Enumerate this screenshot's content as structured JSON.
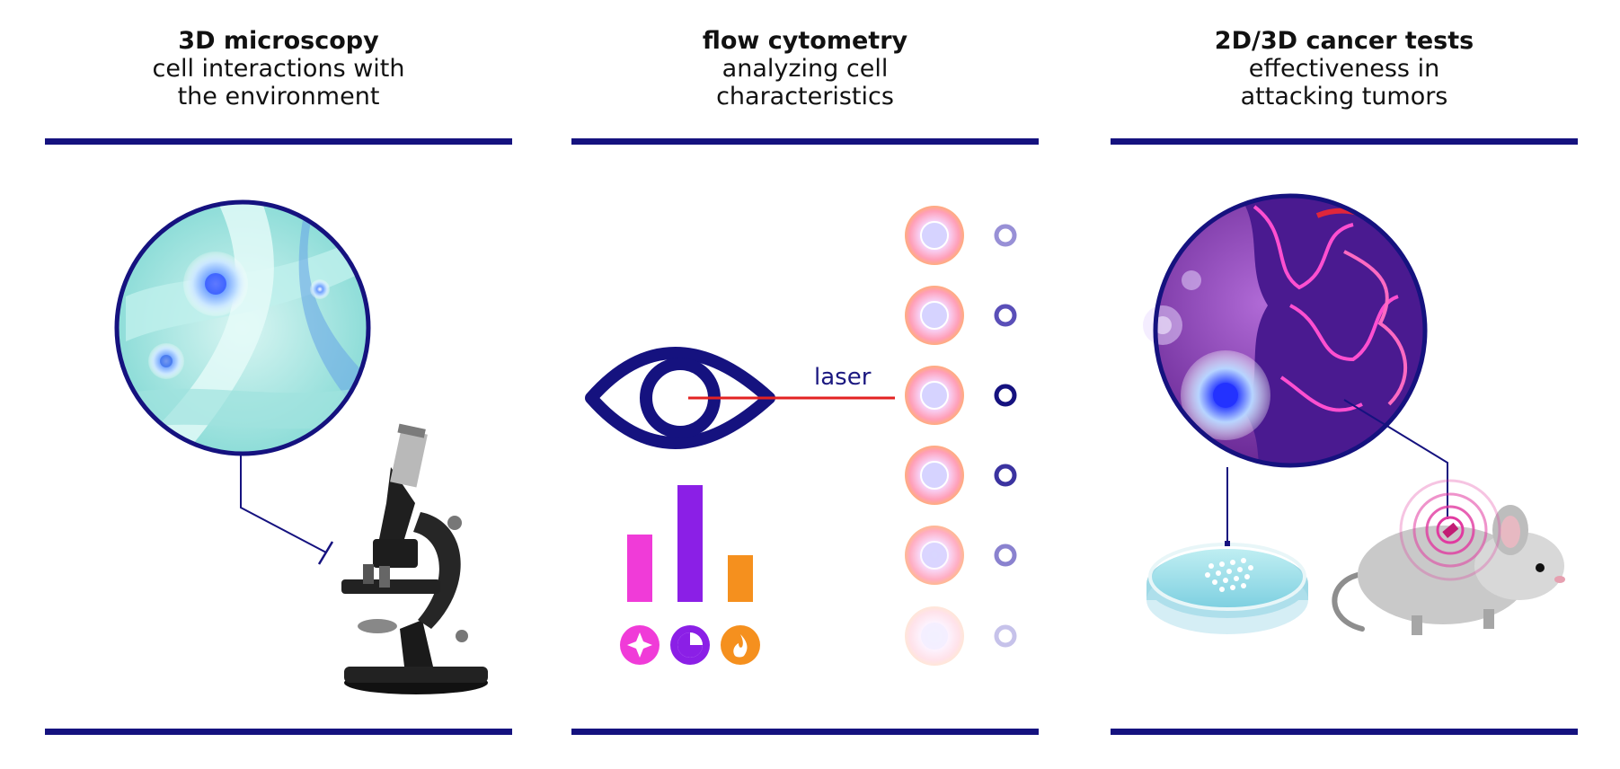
{
  "panels": [
    {
      "title": "3D microscopy",
      "subtitle_lines": [
        "cell interactions with",
        "the environment"
      ]
    },
    {
      "title": "flow cytometry",
      "subtitle_lines": [
        "analyzing cell",
        "characteristics"
      ],
      "laser_label": "laser"
    },
    {
      "title": "2D/3D cancer tests",
      "subtitle_lines": [
        "effectiveness in",
        "attacking tumors"
      ]
    }
  ],
  "colors": {
    "navy": "#15127f",
    "laser": "#e32222",
    "magenta": "#f03bd8",
    "purple": "#8b1fe6",
    "orange": "#f5901e",
    "teal": "#7fd8d3"
  },
  "icons": [
    "microscope-icon",
    "eye-icon",
    "bar-chart-icon",
    "petri-dish-icon",
    "mouse-icon"
  ]
}
